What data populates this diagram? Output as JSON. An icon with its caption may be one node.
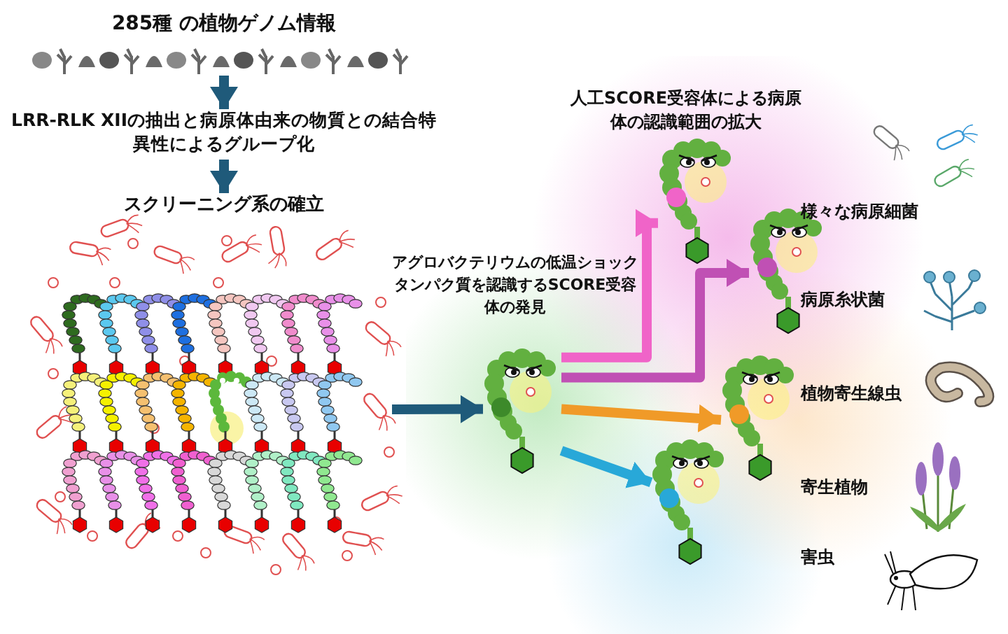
{
  "diagram": {
    "nodes": [
      {
        "text": [
          "285種 の植物ゲノム情報"
        ]
      },
      {
        "text": [],
        "shape": "picture"
      },
      {
        "text": [
          "LRR-RLK XIIの抽出と病原体由来の物質との結合特異性によるグループ化"
        ]
      },
      {
        "text": [
          "スクリーニング系の確立"
        ]
      },
      {
        "text": [],
        "shape": "picture"
      },
      {
        "text": [],
        "shape": "picture"
      },
      {
        "text": [],
        "shape": "picture"
      },
      {
        "text": [],
        "shape": "picture"
      },
      {
        "text": [],
        "shape": "picture"
      },
      {
        "text": [],
        "shape": "picture"
      }
    ],
    "edges": [
      {
        "from": 1,
        "to": 2,
        "arrow": "to"
      },
      {
        "from": 2,
        "to": 3,
        "arrow": "to"
      },
      {
        "from": 4,
        "to": 5,
        "arrow": "to"
      },
      {
        "from": 5,
        "to": 6,
        "arrow": "to",
        "color": "#f064c8"
      },
      {
        "from": 5,
        "to": 7,
        "arrow": "to",
        "color": "#c050b4"
      },
      {
        "from": 5,
        "to": 8,
        "arrow": "to",
        "color": "#f09a28"
      },
      {
        "from": 5,
        "to": 9,
        "arrow": "to",
        "color": "#28a8d8"
      }
    ],
    "labels": [
      "アグロバクテリウムの低温ショックタンパク質を認識するSCORE受容体の発見",
      "人工SCORE受容体による病原体の認識範囲の拡大",
      "様々な病原細菌",
      "病原糸状菌",
      "植物寄生線虫",
      "寄生植物",
      "害虫"
    ]
  }
}
